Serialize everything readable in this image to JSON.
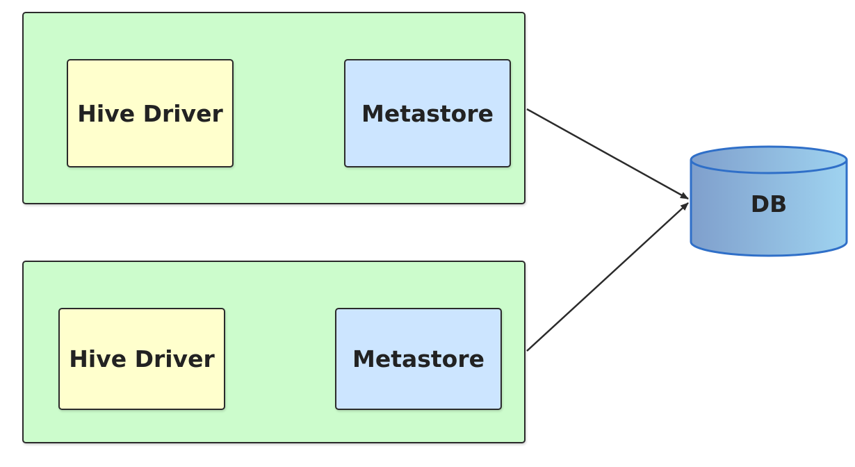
{
  "groups": [
    {
      "driver": {
        "label": "Hive Driver"
      },
      "metastore": {
        "label": "Metastore"
      }
    },
    {
      "driver": {
        "label": "Hive Driver"
      },
      "metastore": {
        "label": "Metastore"
      }
    }
  ],
  "database": {
    "label": "DB"
  },
  "colors": {
    "group_fill": "#ccfccc",
    "driver_fill": "#ffffcd",
    "metastore_fill": "#cce5ff",
    "db_fill_left": "#7f9fcc",
    "db_fill_right": "#9fd3f0",
    "db_stroke": "#2f6fc8",
    "line": "#2b2b2b"
  }
}
